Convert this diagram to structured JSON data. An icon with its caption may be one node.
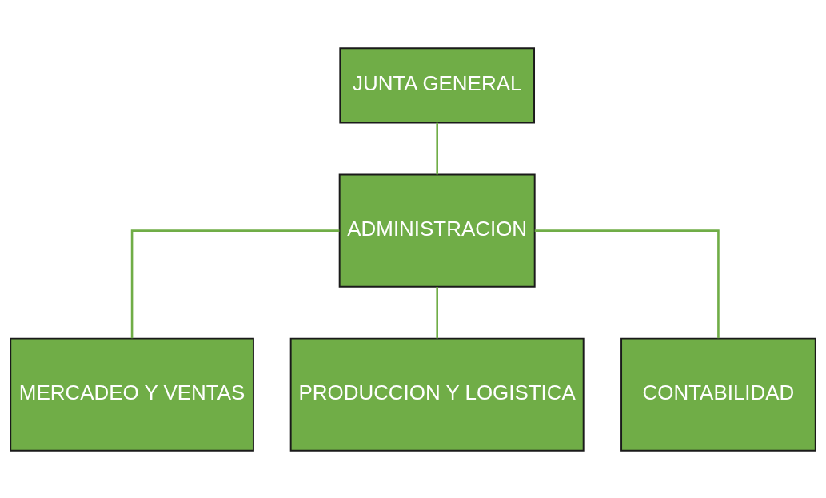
{
  "diagram": {
    "nodes": [
      {
        "text": [
          "JUNTA GENERAL"
        ]
      },
      {
        "text": [
          "ADMINISTRACION"
        ]
      },
      {
        "text": [
          "MERCADEO Y VENTAS"
        ]
      },
      {
        "text": [
          "PRODUCCION Y LOGISTICA"
        ]
      },
      {
        "text": [
          "CONTABILIDAD"
        ]
      }
    ],
    "edges": [
      {
        "from": 0,
        "to": 1,
        "arrow": "none"
      },
      {
        "from": 1,
        "to": 2,
        "arrow": "none"
      },
      {
        "from": 1,
        "to": 3,
        "arrow": "none"
      },
      {
        "from": 1,
        "to": 4,
        "arrow": "none"
      }
    ]
  }
}
